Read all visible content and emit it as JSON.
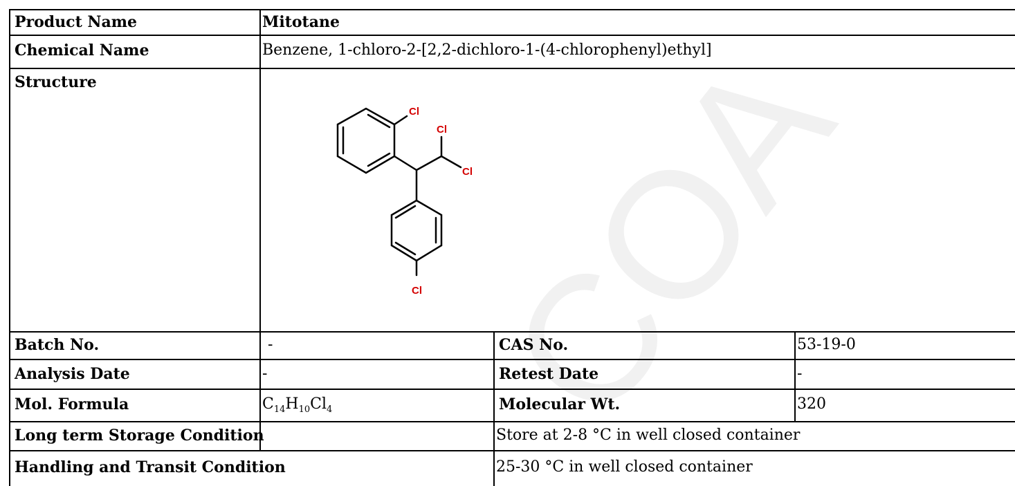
{
  "rows": {
    "product": {
      "label": "Product Name",
      "value": "Mitotane"
    },
    "chemical": {
      "label": "Chemical Name",
      "value": "Benzene, 1-chloro-2-[2,2-dichloro-1-(4-chlorophenyl)ethyl]"
    },
    "structure": {
      "label": "Structure",
      "atom_label": "Cl"
    },
    "batch": {
      "label": "Batch No.",
      "value": "-",
      "label2": "CAS No.",
      "value2": "53-19-0"
    },
    "analysis": {
      "label": "Analysis Date",
      "value": "-",
      "label2": "Retest Date",
      "value2": "-"
    },
    "formula": {
      "label": "Mol. Formula",
      "c": "C",
      "c_n": "14",
      "h": "H",
      "h_n": "10",
      "cl": "Cl",
      "cl_n": "4",
      "label2": "Molecular Wt.",
      "value2": "320"
    },
    "storage": {
      "label": "Long term Storage Condition",
      "value": "Store at 2-8 °C in well closed container"
    },
    "handling": {
      "label": "Handling and Transit Condition",
      "value": "25-30 °C in well closed container"
    }
  },
  "colors": {
    "border": "#000000",
    "atom": "#d40000",
    "watermark": "#f2f2f2"
  },
  "watermark": "COA"
}
